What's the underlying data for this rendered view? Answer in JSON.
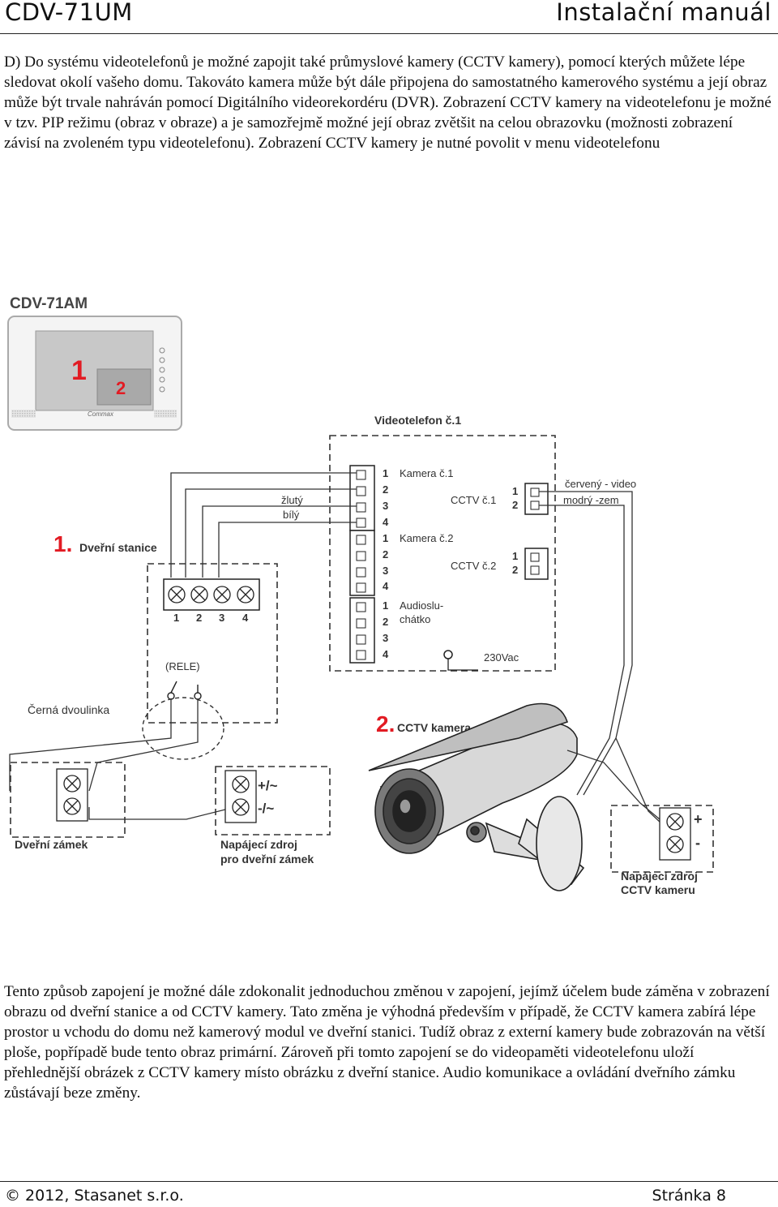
{
  "header": {
    "left": "CDV-71UM",
    "right": "Instalační manuál"
  },
  "paragraphs": {
    "intro": "D) Do systému videotelefonů je možné zapojit také průmyslové kamery (CCTV kamery), pomocí kterých můžete lépe sledovat okolí vašeho domu. Takováto kamera může být dále připojena do samostatného kamerového systému a její obraz může být trvale nahráván pomocí Digitálního videorekordéru (DVR). Zobrazení CCTV kamery na videotelefonu je možné v tzv. PIP režimu (obraz v obraze) a je samozřejmě možné její obraz zvětšit na celou obrazovku (možnosti zobrazení závisí na zvoleném typu videotelefonu). Zobrazení CCTV kamery je nutné povolit v menu videotelefonu",
    "outro": "Tento způsob zapojení je možné dále zdokonalit jednoduchou změnou v zapojení, jejímž účelem bude záměna v zobrazení obrazu od dveřní stanice a od CCTV kamery. Tato změna je výhodná především v případě, že CCTV kamera zabírá lépe prostor u vchodu do domu než kamerový modul ve dveřní stanici. Tudíž obraz z externí kamery bude zobrazován na větší ploše, popřípadě bude tento obraz primární. Zároveň při tomto zapojení se do videopaměti videotelefonu uloží přehlednější obrázek z CCTV kamery místo obrázku z dveřní stanice. Audio komunikace a ovládání dveřního zámku zůstávají beze změny."
  },
  "diagram": {
    "monitor_model": "CDV-71AM",
    "screen_main": "1",
    "screen_pip": "2",
    "brand": "Commax",
    "videotelefon_title": "Videotelefon č.1",
    "cam1_label": "Kamera č.1",
    "cctv1_label": "CCTV č.1",
    "cam2_label": "Kamera č.2",
    "cctv2_label": "CCTV č.2",
    "audio_label_1": "Audioslu-",
    "audio_label_2": "chátko",
    "power_label": "230Vac",
    "wire_red": "červený - video",
    "wire_blue": "modrý -zem",
    "wire_yellow": "žlutý",
    "wire_white": "bílý",
    "door_station_num": "1.",
    "door_station_label": "Dveřní stanice",
    "relay_label": "(RELE)",
    "black_pair_label": "Černá dvoulinka",
    "door_lock_label": "Dveřní zámek",
    "lock_power_1": "Napájecí zdroj",
    "lock_power_2": "pro dveřní zámek",
    "plus_ac": "+/~",
    "minus_ac": "-/~",
    "cctv_num": "2.",
    "cctv_label": "CCTV kamera",
    "cctv_power_1": "Napájecí zdroj",
    "cctv_power_2": "CCTV kameru",
    "plus": "+",
    "minus": "-",
    "pin_numbers": [
      "1",
      "2",
      "3",
      "4"
    ],
    "pin_numbers_2": [
      "1",
      "2"
    ]
  },
  "footer": {
    "left": "© 2012, Stasanet s.r.o.",
    "right": "Stránka 8"
  }
}
